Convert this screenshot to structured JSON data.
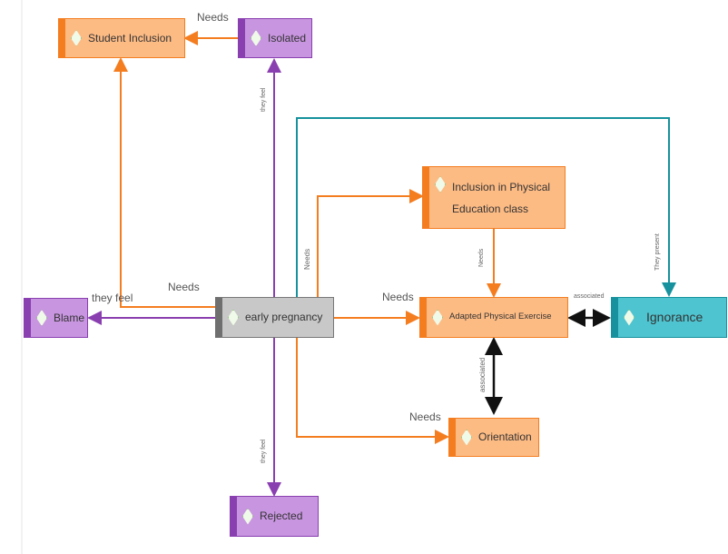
{
  "nodes": {
    "student_inclusion": "Student Inclusion",
    "isolated": "Isolated",
    "inclusion_pe_line1": "Inclusion in Physical",
    "inclusion_pe_line2": "Education class",
    "blame": "Blame",
    "early_pregnancy": "early pregnancy",
    "adapted_exercise": "Adapted Physical Exercise",
    "ignorance": "Ignorance",
    "orientation": "Orientation",
    "rejected": "Rejected"
  },
  "edges": {
    "isolated_to_inclusion": "Needs",
    "they_feel_isolated": "they feel",
    "early_to_student_inclusion": "Needs",
    "they_feel_blame": "they feel",
    "needs_inclusion_pe": "Needs",
    "needs_adapted": "Needs",
    "needs_vertical_pe": "Needs",
    "associated_horizontal": "associated",
    "they_present": "They present",
    "associated_vertical": "associated",
    "needs_orientation": "Needs",
    "they_feel_rejected": "they feel"
  },
  "colors": {
    "orange": "#f47d20",
    "purple": "#8a3fb0",
    "teal": "#16919d",
    "black": "#111111"
  }
}
